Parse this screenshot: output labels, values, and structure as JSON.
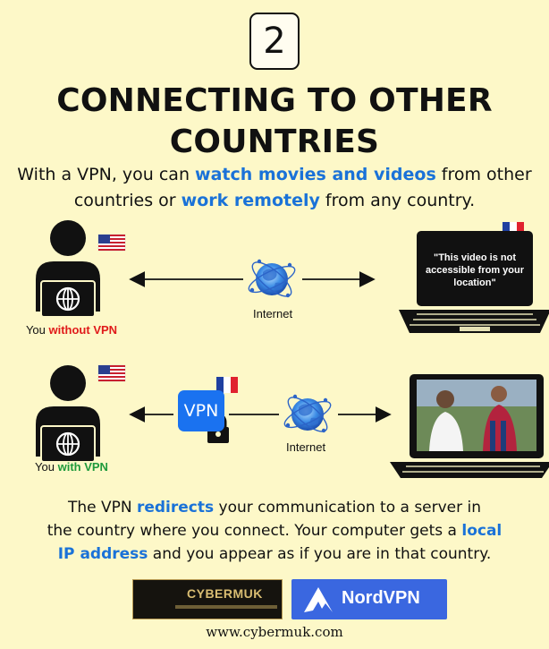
{
  "step_number": "2",
  "title_line1": "CONNECTING TO OTHER",
  "title_line2": "COUNTRIES",
  "intro": {
    "part1": "With a VPN, you can ",
    "highlight1": "watch movies and videos",
    "part2": " from other",
    "part3": "countries or ",
    "highlight2": "work remotely",
    "part4": " from any country."
  },
  "row1": {
    "caption_prefix": "You ",
    "caption_highlight": "without VPN",
    "internet_label": "Internet",
    "laptop_message": "\"This video is not accessible from your location\""
  },
  "row2": {
    "caption_prefix": "You ",
    "caption_highlight": "with VPN",
    "vpn_label": "VPN",
    "internet_label": "Internet"
  },
  "bottom_text": {
    "part1": "The VPN ",
    "highlight1": "redirects",
    "part2": " your communication to a server in",
    "part3": "the country where you connect. Your computer gets a ",
    "highlight2": "local",
    "highlight3": "IP address",
    "part4": " and you appear as if you are in that country."
  },
  "logos": {
    "cybermuk": "CYBERMUK",
    "nordvpn": "NordVPN"
  },
  "website": "www.cybermuk.com",
  "colors": {
    "background": "#fdf8c8",
    "highlight_blue": "#1a72d8",
    "red": "#e01a1a",
    "green": "#1f9a3c",
    "vpn_blue": "#1a72f0",
    "nord_blue": "#3a67e0"
  },
  "icons": [
    "person-icon",
    "globe-icon",
    "laptop-icon",
    "us-flag-icon",
    "france-flag-icon",
    "lock-icon",
    "arrow-icon",
    "nordvpn-logo-icon",
    "cybermuk-logo-icon"
  ]
}
